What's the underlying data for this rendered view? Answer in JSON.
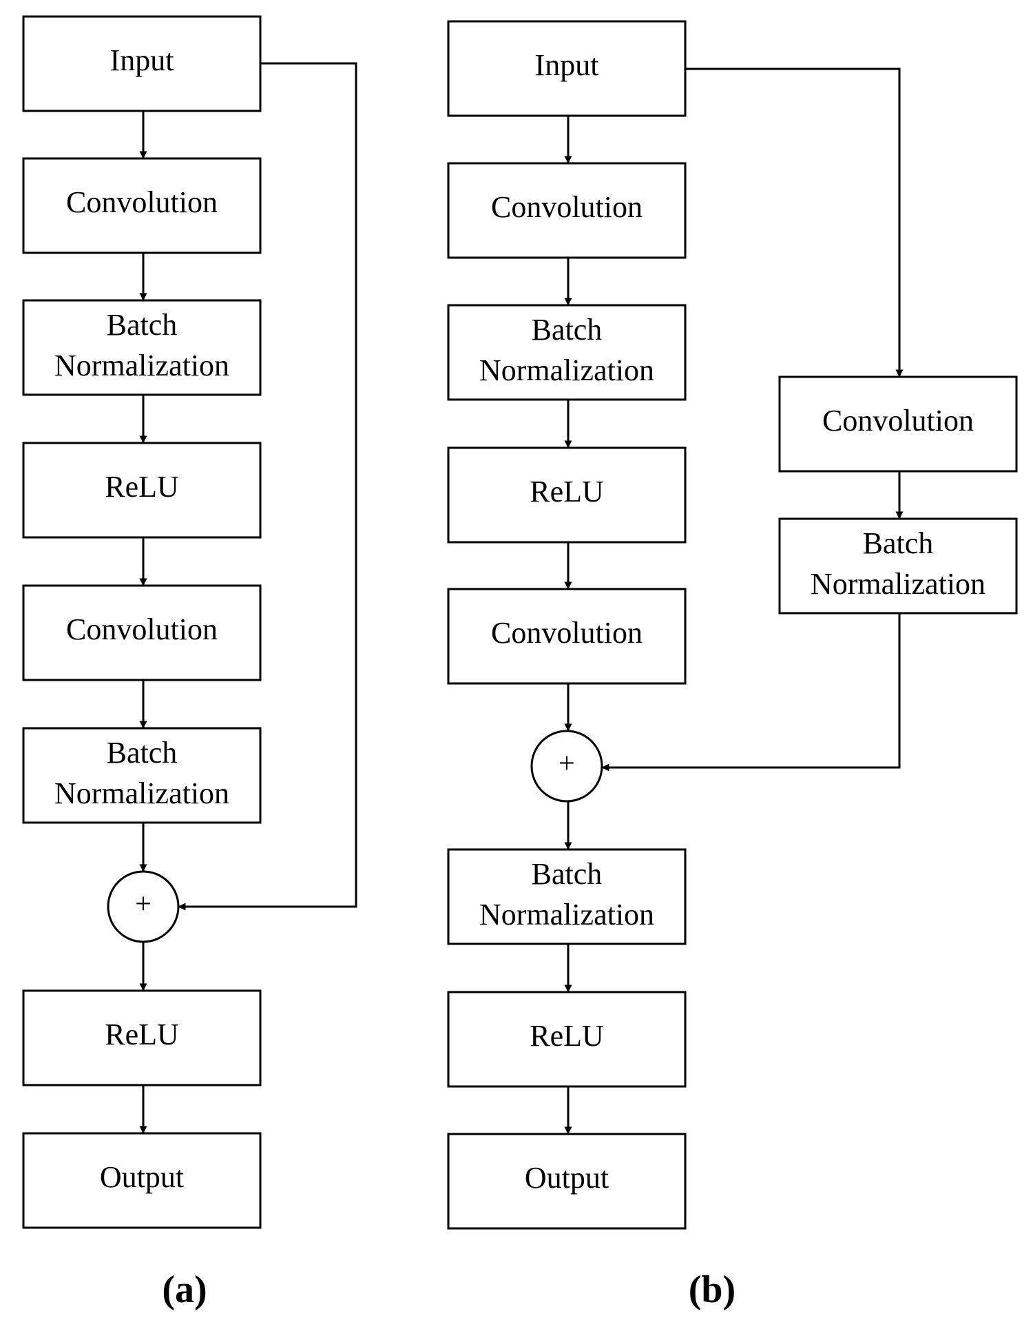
{
  "diagrams": {
    "a": {
      "panel_label": "(a)",
      "blocks": {
        "input": [
          "Input"
        ],
        "conv1": [
          "Convolution"
        ],
        "bn1": [
          "Batch",
          "Normalization"
        ],
        "relu1": [
          "ReLU"
        ],
        "conv2": [
          "Convolution"
        ],
        "bn2": [
          "Batch",
          "Normalization"
        ],
        "relu2": [
          "ReLU"
        ],
        "output": [
          "Output"
        ]
      },
      "sum_symbol": "+"
    },
    "b": {
      "panel_label": "(b)",
      "blocks": {
        "input": [
          "Input"
        ],
        "conv1": [
          "Convolution"
        ],
        "bn1": [
          "Batch",
          "Normalization"
        ],
        "relu1": [
          "ReLU"
        ],
        "conv2": [
          "Convolution"
        ],
        "bn3": [
          "Batch",
          "Normalization"
        ],
        "relu2": [
          "ReLU"
        ],
        "output": [
          "Output"
        ],
        "skip_conv": [
          "Convolution"
        ],
        "skip_bn": [
          "Batch",
          "Normalization"
        ]
      },
      "sum_symbol": "+"
    }
  }
}
